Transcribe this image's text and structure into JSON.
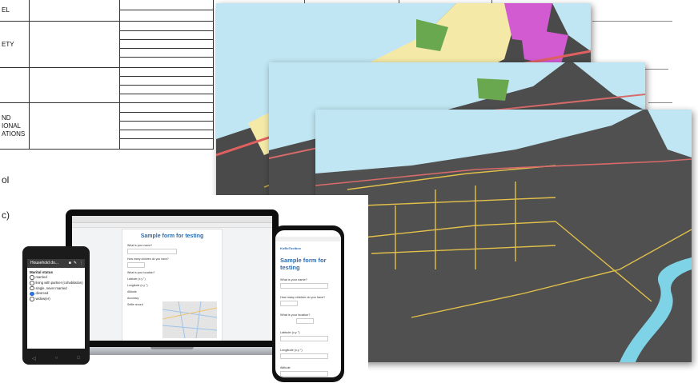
{
  "table": {
    "rows": [
      {
        "label": "EL",
        "subrows": 3
      },
      {
        "label": "ETY",
        "subrows": 5
      },
      {
        "label": "",
        "subrows": 4
      },
      {
        "label": "ND\nIONAL\nATIONS",
        "subrows": 5
      }
    ]
  },
  "fragments": {
    "frag_1": "ol",
    "frag_2": "c)"
  },
  "android": {
    "app_title": "Household do...",
    "question": "Marital status",
    "options": [
      {
        "label": "married",
        "selected": false
      },
      {
        "label": "living with partner (cohabitation)",
        "selected": false
      },
      {
        "label": "single, never married",
        "selected": false
      },
      {
        "label": "divorced",
        "selected": true
      },
      {
        "label": "widow(er)",
        "selected": false
      }
    ]
  },
  "laptop": {
    "form_title": "Sample form for testing",
    "q1": "What is your name?",
    "q2": "How many children do you have?",
    "q3": "What is your location?",
    "q4": "Latitude (x.y °)",
    "q5": "Longitude (x.y °)",
    "q6": "Altitude",
    "q7": "Accuracy",
    "q8": "Selfie record"
  },
  "iphone": {
    "brand": "KoBoToolbox",
    "form_title": "Sample form for testing",
    "q1": "What is your name?",
    "q2": "How many children do you have?",
    "q3": "What is your location?",
    "q4": "Latitude (x.y °)",
    "q5": "Longitude (x.y °)",
    "q6": "Altitude"
  },
  "colors": {
    "water": "#bfe6f2",
    "zone_yellow": "#f4e9a6",
    "zone_green": "#6aa84f",
    "zone_magenta": "#d25bd1",
    "road": "#e2c14a",
    "form_blue": "#2b6cb0"
  }
}
